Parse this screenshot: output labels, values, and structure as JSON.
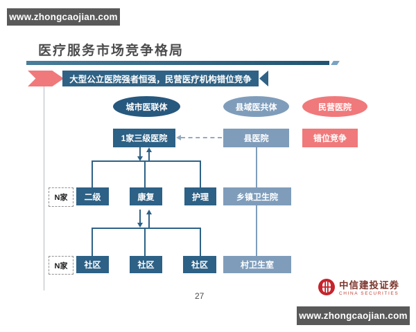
{
  "colors": {
    "dark_blue": "#2d6186",
    "oval_dark_blue": "#27587e",
    "medium_blue": "#7f9dbb",
    "pink": "#f0797b",
    "banner_blue": "#2f6285",
    "watermark_gray": "#595959",
    "logo_red": "#c5242c"
  },
  "watermarks": {
    "top": "www.zhongcaojian.com",
    "bottom": "www.zhongcaojian.com"
  },
  "slide": {
    "title": "医疗服务市场竞争格局",
    "banner": "大型公立医院强者恒强，民营医疗机构错位竞争",
    "page_number": "27",
    "logo": {
      "cn": "中信建投证券",
      "en": "CHINA SECURITIES"
    }
  },
  "diagram": {
    "city_group": {
      "header": "城市医联体",
      "tier1": "1家三级医院",
      "tier2_count": "N家",
      "tier2": [
        "二级",
        "康复",
        "护理"
      ],
      "tier3_count": "N家",
      "tier3": [
        "社区",
        "社区",
        "社区"
      ]
    },
    "county_group": {
      "header": "县域医共体",
      "tier1": "县医院",
      "tier2": "乡镇卫生院",
      "tier3": "村卫生室"
    },
    "private_group": {
      "header": "民营医院",
      "note": "错位竞争"
    }
  }
}
